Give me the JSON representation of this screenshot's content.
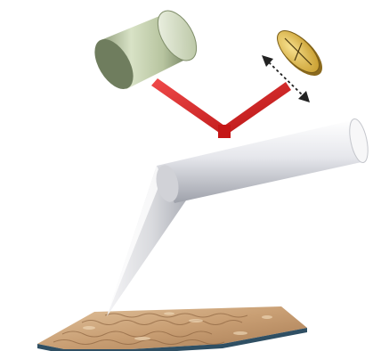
{
  "diagram": {
    "components": [
      {
        "id": "laser-source",
        "icon": "cylinder-icon"
      },
      {
        "id": "laser-beam",
        "icon": "beam-icon"
      },
      {
        "id": "photodetector",
        "icon": "quadrant-detector-icon"
      },
      {
        "id": "cantilever",
        "icon": "cantilever-icon"
      },
      {
        "id": "tip",
        "icon": "probe-tip-icon"
      },
      {
        "id": "sample-surface",
        "icon": "rough-surface-icon"
      },
      {
        "id": "deflection-arrow",
        "icon": "double-arrow-icon"
      }
    ],
    "colors": {
      "laser_beam": "#d01818",
      "laser_source": "#b9c7a6",
      "detector": "#e2c25a",
      "cantilever": "#e3e4e8",
      "sample": "#c9a37b"
    }
  }
}
